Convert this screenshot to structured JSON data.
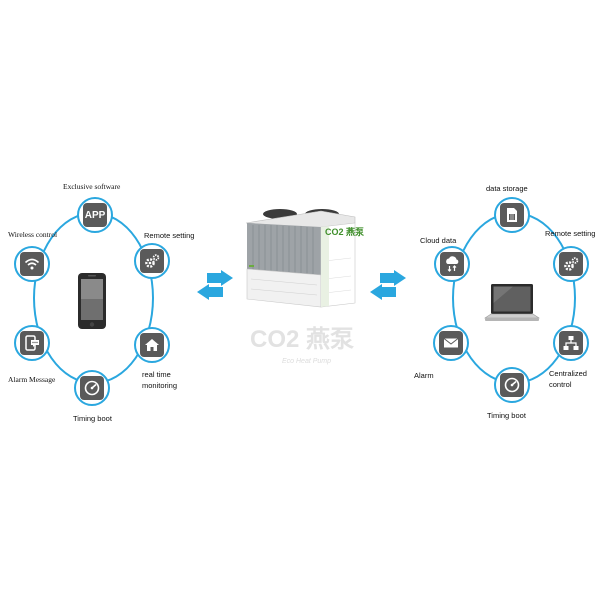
{
  "left_panel": {
    "nodes": {
      "app": {
        "text": "APP",
        "label": "Exclusive software",
        "icon": "app-icon"
      },
      "remote": {
        "label": "Remote setting",
        "icon": "gears-icon"
      },
      "monitor": {
        "label_line1": "real time",
        "label_line2": "monitoring",
        "icon": "house-icon"
      },
      "timing": {
        "label": "Timing boot",
        "icon": "gauge-icon"
      },
      "alarm": {
        "label": "Alarm Message",
        "icon": "phone-message-icon"
      },
      "wireless": {
        "label": "Wireless control",
        "icon": "wifi-icon"
      }
    },
    "center_device": "smartphone"
  },
  "center_unit": {
    "brand": "CO2 燕泵",
    "watermark": "CO2 燕泵",
    "watermark_sub": "Eco Heat Pump"
  },
  "right_panel": {
    "nodes": {
      "storage": {
        "label": "data storage",
        "icon": "sim-card-icon"
      },
      "remote": {
        "label": "Remote setting",
        "icon": "gears-icon"
      },
      "central": {
        "label_line1": "Centralized",
        "label_line2": "control",
        "icon": "network-icon"
      },
      "timing": {
        "label": "Timing boot",
        "icon": "gauge-icon"
      },
      "alarm": {
        "label": "Alarm",
        "icon": "envelope-icon"
      },
      "cloud": {
        "label": "Cloud data",
        "icon": "cloud-icon"
      }
    },
    "center_device": "laptop"
  },
  "colors": {
    "ring": "#2aa7df",
    "arrow": "#2aa7df",
    "tile": "#5a5a5a"
  }
}
